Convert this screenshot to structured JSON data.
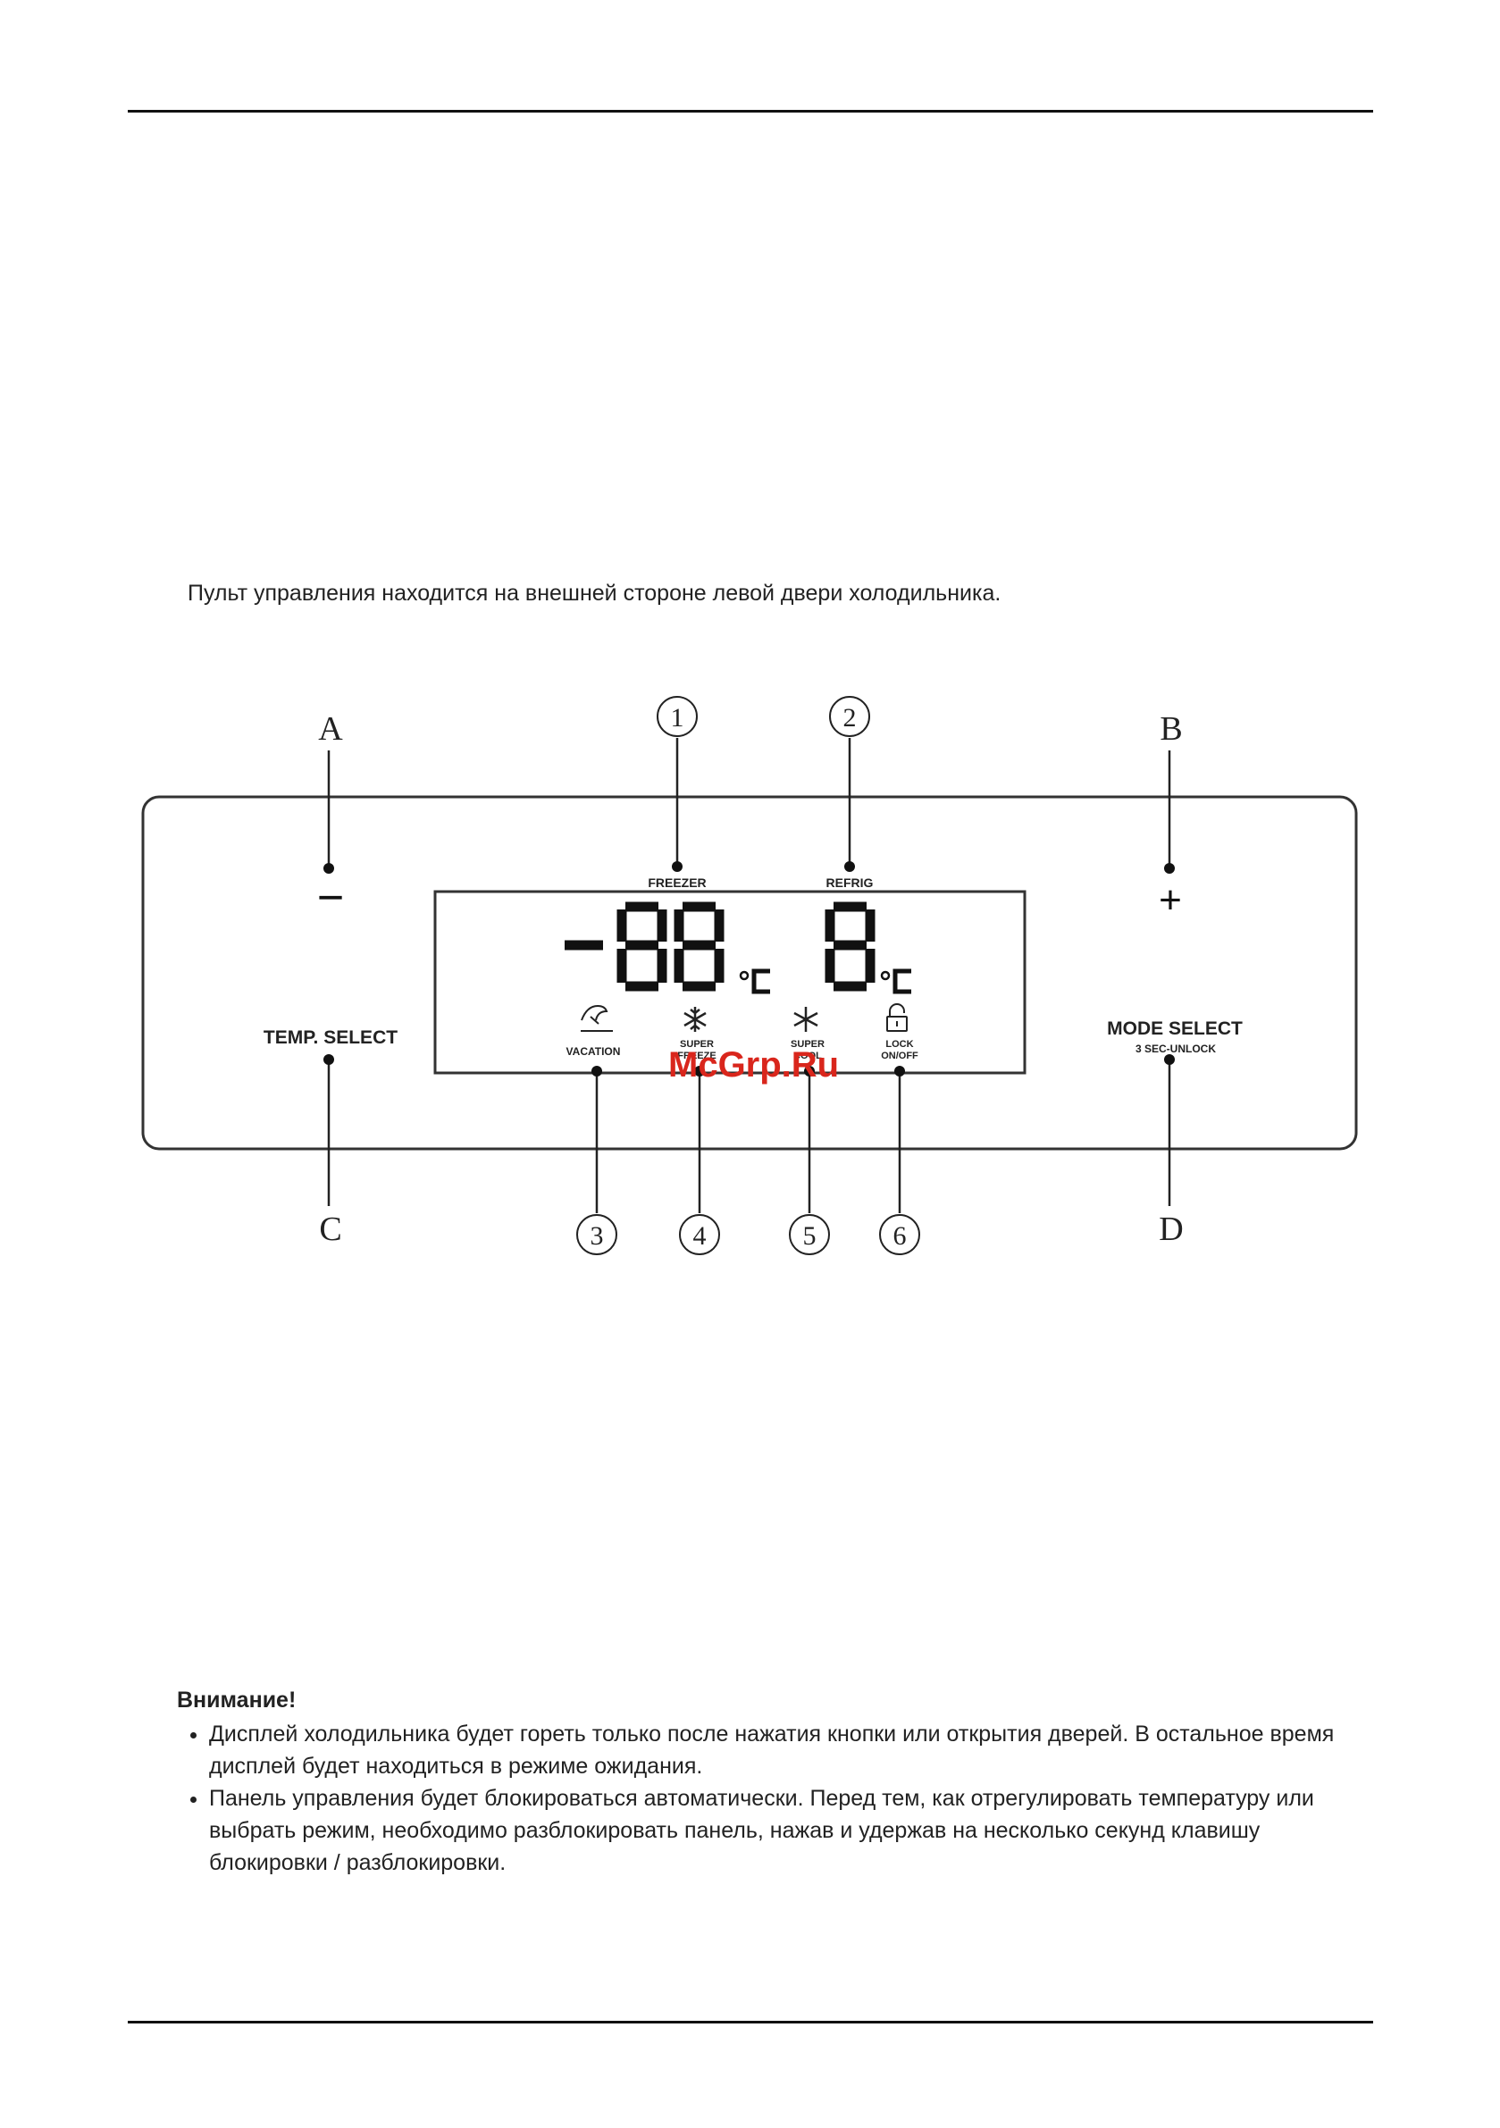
{
  "intro_text": "Пульт управления находится на внешней стороне левой двери холодильника.",
  "callouts": {
    "top_letters": [
      "A",
      "B"
    ],
    "bottom_letters": [
      "C",
      "D"
    ],
    "top_numbers": [
      "1",
      "2"
    ],
    "bottom_numbers": [
      "3",
      "4",
      "5",
      "6"
    ]
  },
  "panel": {
    "minus_symbol": "−",
    "plus_symbol": "+",
    "temp_select": "TEMP. SELECT",
    "mode_select": "MODE SELECT",
    "mode_select_sub": "3 SEC-UNLOCK",
    "freezer_label": "FREEZER",
    "refrig_label": "REFRIG",
    "freezer_display": "-88",
    "refrig_display": "8",
    "unit": "°C",
    "vacation_label": "VACATION",
    "super_freeze_label_1": "SUPER",
    "super_freeze_label_2": "FREEZE",
    "super_cool_label_1": "SUPER",
    "super_cool_label_2": "COOL",
    "lock_label_1": "LOCK",
    "lock_label_2": "ON/OFF"
  },
  "watermark": "McGrp.Ru",
  "notes": {
    "title": "Внимание!",
    "items": [
      "Дисплей холодильника будет гореть только после нажатия кнопки или открытия дверей. В остальное время дисплей будет находиться в режиме ожидания.",
      "Панель управления будет блокироваться автоматически. Перед тем, как отрегулировать температуру или выбрать режим, необходимо разблокировать панель, нажав и удержав на несколько секунд клавишу блокировки / разблокировки."
    ]
  },
  "colors": {
    "ink": "#1a1a1a",
    "watermark": "#d9261c"
  }
}
